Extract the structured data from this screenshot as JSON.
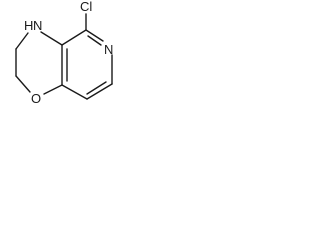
{
  "structure": {
    "atoms": {
      "cl": "Cl",
      "nh": "H",
      "n_ring_amine": "N",
      "n_pyridine": "N",
      "o": "O"
    }
  }
}
